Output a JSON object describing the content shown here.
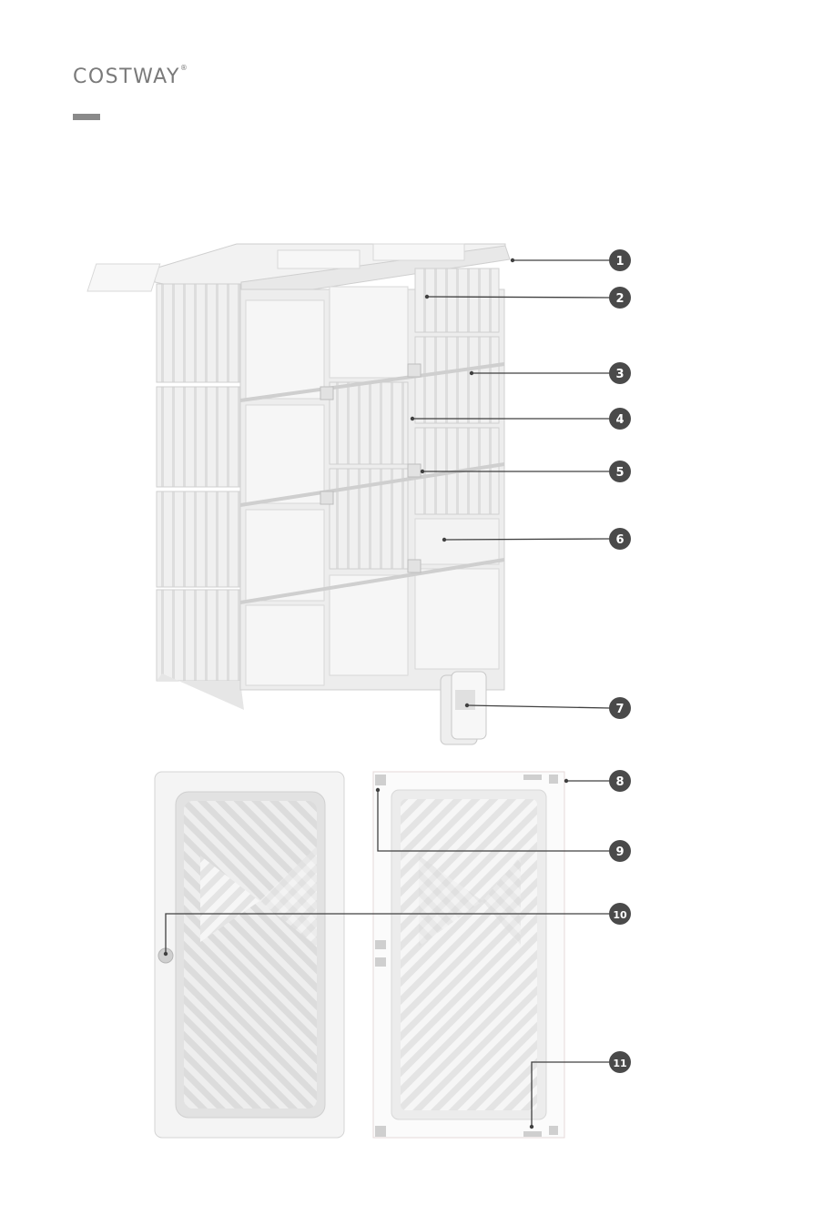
{
  "brand": {
    "name": "COSTWAY",
    "mark": "®"
  },
  "callouts": [
    "1",
    "2",
    "3",
    "4",
    "5",
    "6",
    "7",
    "8",
    "9",
    "10",
    "11"
  ],
  "colors": {
    "panel": "#f4f4f4",
    "panel_dark": "#d9d9d9",
    "line": "#404040",
    "badge": "#4a4a4a"
  },
  "icons": {
    "cabinet": "storage-cabinet-illustration",
    "connector": "connector-clip-illustration",
    "door_front": "door-panel-front-illustration",
    "door_back": "door-panel-back-illustration"
  }
}
